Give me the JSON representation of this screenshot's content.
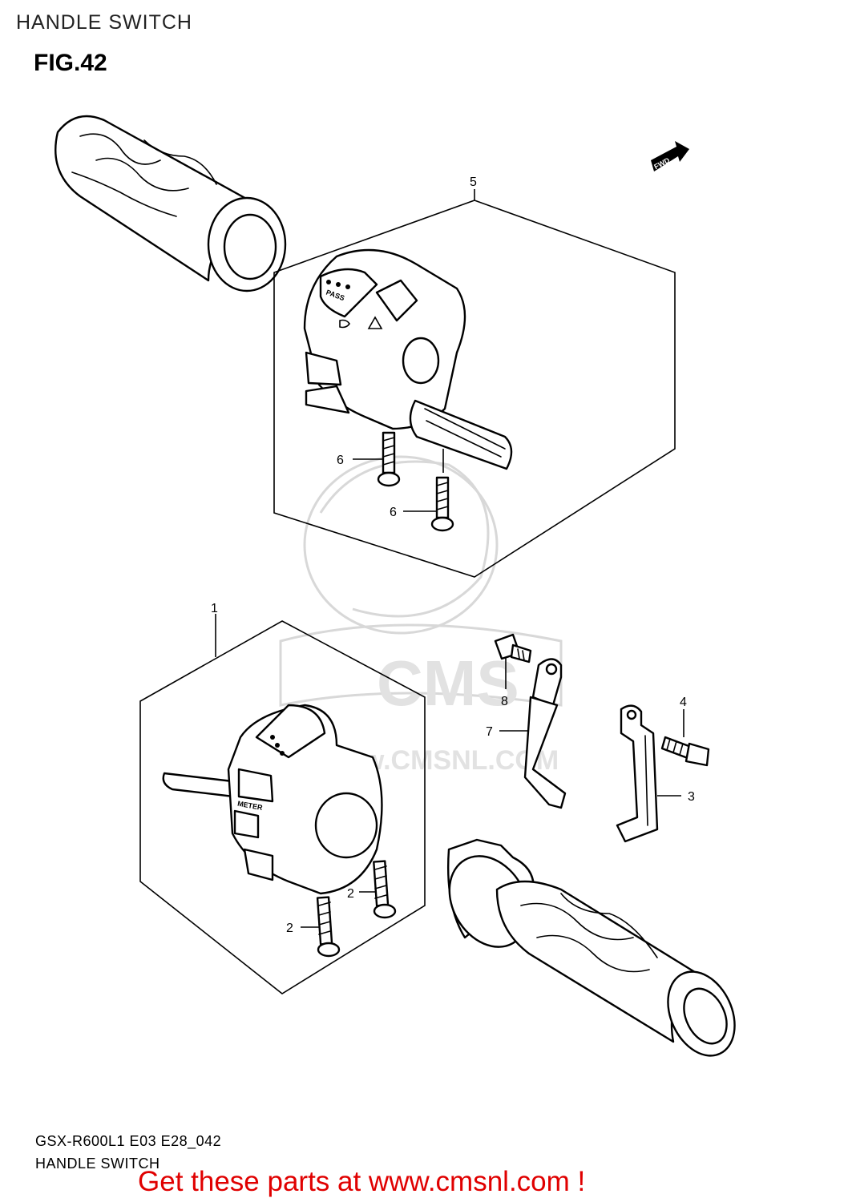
{
  "header": {
    "title": "HANDLE SWITCH"
  },
  "figure": {
    "label": "FIG.42"
  },
  "orientation": {
    "badge": "FWD"
  },
  "watermark": {
    "brand": "CMS",
    "url": "www.CMSNL.COM"
  },
  "switch_labels": {
    "pass": "PASS",
    "meter": "METER"
  },
  "callouts": {
    "c1": "1",
    "c2a": "2",
    "c2b": "2",
    "c3": "3",
    "c4": "4",
    "c5": "5",
    "c6a": "6",
    "c6b": "6",
    "c7": "7",
    "c8": "8"
  },
  "footer": {
    "code": "GSX-R600L1 E03 E28_042",
    "title": "HANDLE SWITCH",
    "promo": "Get these parts at www.cmsnl.com !"
  }
}
